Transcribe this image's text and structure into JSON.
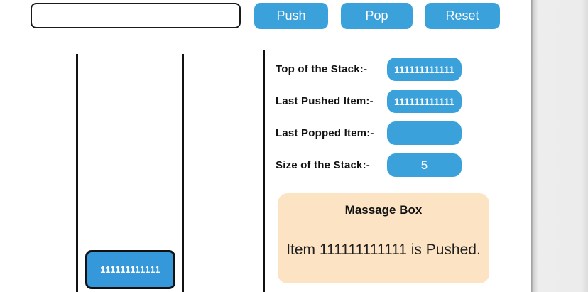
{
  "topbar": {
    "input": {
      "value": "",
      "placeholder": ""
    },
    "push_label": "Push",
    "pop_label": "Pop",
    "reset_label": "Reset"
  },
  "stack": {
    "items": [
      "111111111111"
    ]
  },
  "info": {
    "rows": [
      {
        "label": "Top of the Stack:-",
        "value": "111111111111"
      },
      {
        "label": "Last Pushed Item:-",
        "value": "111111111111"
      },
      {
        "label": "Last Popped Item:-",
        "value": ""
      },
      {
        "label": "Size of the Stack:-",
        "value": "5"
      }
    ]
  },
  "message_box": {
    "title": "Massage Box",
    "text": "Item 111111111111 is Pushed."
  },
  "colors": {
    "accent_blue": "#3ba1db",
    "item_blue": "#3498db",
    "message_bg": "#fce3c3",
    "wall_black": "#111111",
    "scroll_gray": "#ececec",
    "text_white": "#ffffff",
    "text_black": "#111111"
  }
}
